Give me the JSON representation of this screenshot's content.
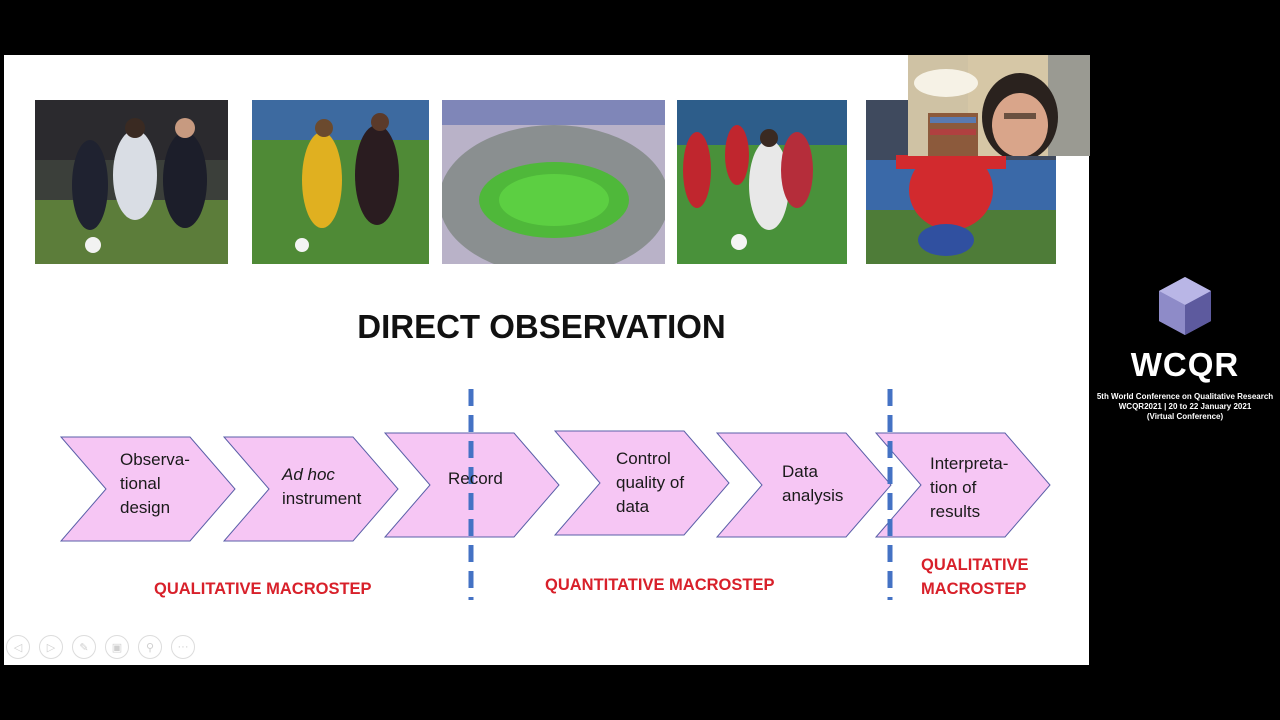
{
  "slide": {
    "title": "DIRECT OBSERVATION",
    "steps": [
      {
        "label": "Observa-\ntional\ndesign",
        "italic": false
      },
      {
        "label": "Ad hoc",
        "italic": true,
        "label2": "instrument"
      },
      {
        "label": "Record",
        "italic": false
      },
      {
        "label": "Control\nquality of\ndata",
        "italic": false
      },
      {
        "label": "Data\nanalysis",
        "italic": false
      },
      {
        "label": "Interpreta-\ntion of\nresults",
        "italic": false
      }
    ],
    "macrosteps": {
      "qualitative_left": "QUALITATIVE MACROSTEP",
      "quantitative": "QUANTITATIVE MACROSTEP",
      "qualitative_right": "QUALITATIVE\nMACROSTEP"
    },
    "colors": {
      "arrow_fill": "#f6c6f4",
      "arrow_stroke": "#5a5fa8",
      "divider": "#4472c4",
      "macro_text": "#d8202a"
    }
  },
  "branding": {
    "logo_text": "WCQR",
    "subtitle": "5th World Conference on Qualitative Research\nWCQR2021 | 20 to 22 January 2021\n(Virtual Conference)"
  },
  "toolbar": {
    "icons": [
      "previous-slide-icon",
      "next-slide-icon",
      "pen-icon",
      "slides-grid-icon",
      "zoom-icon",
      "more-options-icon"
    ],
    "glyphs": [
      "◁",
      "▷",
      "✎",
      "▣",
      "⚲",
      "···"
    ]
  }
}
